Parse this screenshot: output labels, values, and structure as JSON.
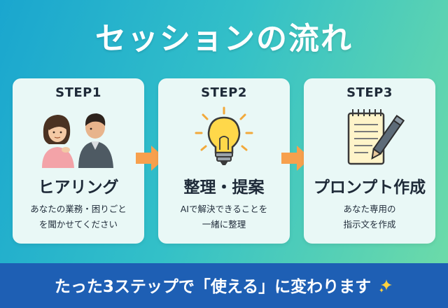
{
  "title": "セッションの流れ",
  "steps": [
    {
      "label": "STEP1",
      "heading": "ヒアリング",
      "description": [
        "あなたの業務・困りごと",
        "を聞かせてください"
      ],
      "icon": "consultation-people-icon"
    },
    {
      "label": "STEP2",
      "heading": "整理・提案",
      "description": [
        "AIで解決できることを",
        "一緒に整理"
      ],
      "icon": "lightbulb-icon"
    },
    {
      "label": "STEP3",
      "heading": "プロンプト作成",
      "description": [
        "あなた専用の",
        "指示文を作成"
      ],
      "icon": "notepad-pen-icon"
    }
  ],
  "banner": {
    "text": "たった3ステップで「使える」に変わります",
    "icon": "sparkle-icon"
  },
  "colors": {
    "gradient_start": "#1aa6cf",
    "gradient_end": "#6fdca7",
    "card_bg": "#e9f8f6",
    "arrow": "#f7a04d",
    "banner_bg": "#1e5fb4",
    "text_dark": "#1e2a38"
  }
}
